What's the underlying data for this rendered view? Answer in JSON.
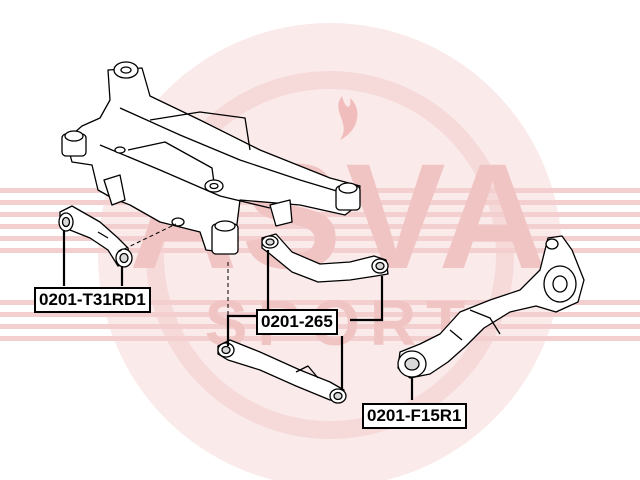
{
  "labels": {
    "left_arm": "0201-T31RD1",
    "center_arm": "0201-265",
    "right_knuckle": "0201-F15R1"
  },
  "watermark": {
    "brand": "ASVA",
    "sub": "SPORT"
  },
  "colors": {
    "watermark_fill": "#f6dcdc",
    "watermark_stripe": "#f2c6c6",
    "watermark_text": "#eebcbc",
    "line": "#000000",
    "part_fill": "#ffffff",
    "part_shade": "#d9d9d9"
  }
}
